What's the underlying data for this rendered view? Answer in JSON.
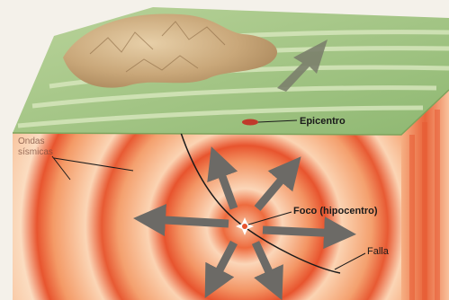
{
  "labels": {
    "epicenter": "Epicentro",
    "seismic_waves": "Ondas\nsísmicas",
    "focus": "Foco (hipocentro)",
    "fault": "Falla"
  },
  "colors": {
    "background": "#f4f1ea",
    "land_green": "#9fc27e",
    "land_green_light": "#c9dca5",
    "mountains": "#c9a779",
    "wave_red": "#e8542e",
    "wave_orange": "#f6a06a",
    "wave_pale": "#fbd7b8",
    "arrow_gray": "#6c6a66",
    "fault_line": "#1a1a1a",
    "text": "#1a1a1a"
  },
  "icons": {
    "propagation": "arrow",
    "focus_marker": "starburst"
  }
}
